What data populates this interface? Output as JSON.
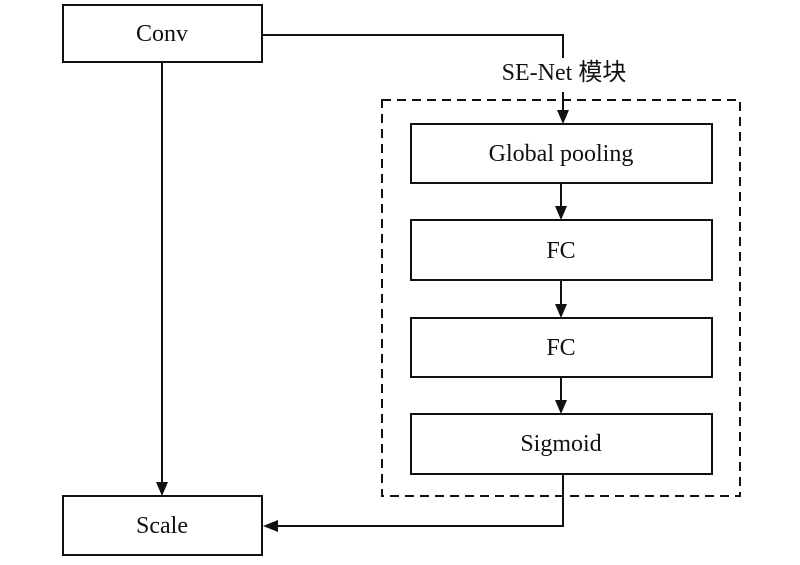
{
  "diagram": {
    "module_label": "SE-Net 模块",
    "nodes": {
      "conv": "Conv",
      "global_pooling": "Global pooling",
      "fc1": "FC",
      "fc2": "FC",
      "sigmoid": "Sigmoid",
      "scale": "Scale"
    },
    "line_color": "#111111",
    "background": "#ffffff"
  }
}
